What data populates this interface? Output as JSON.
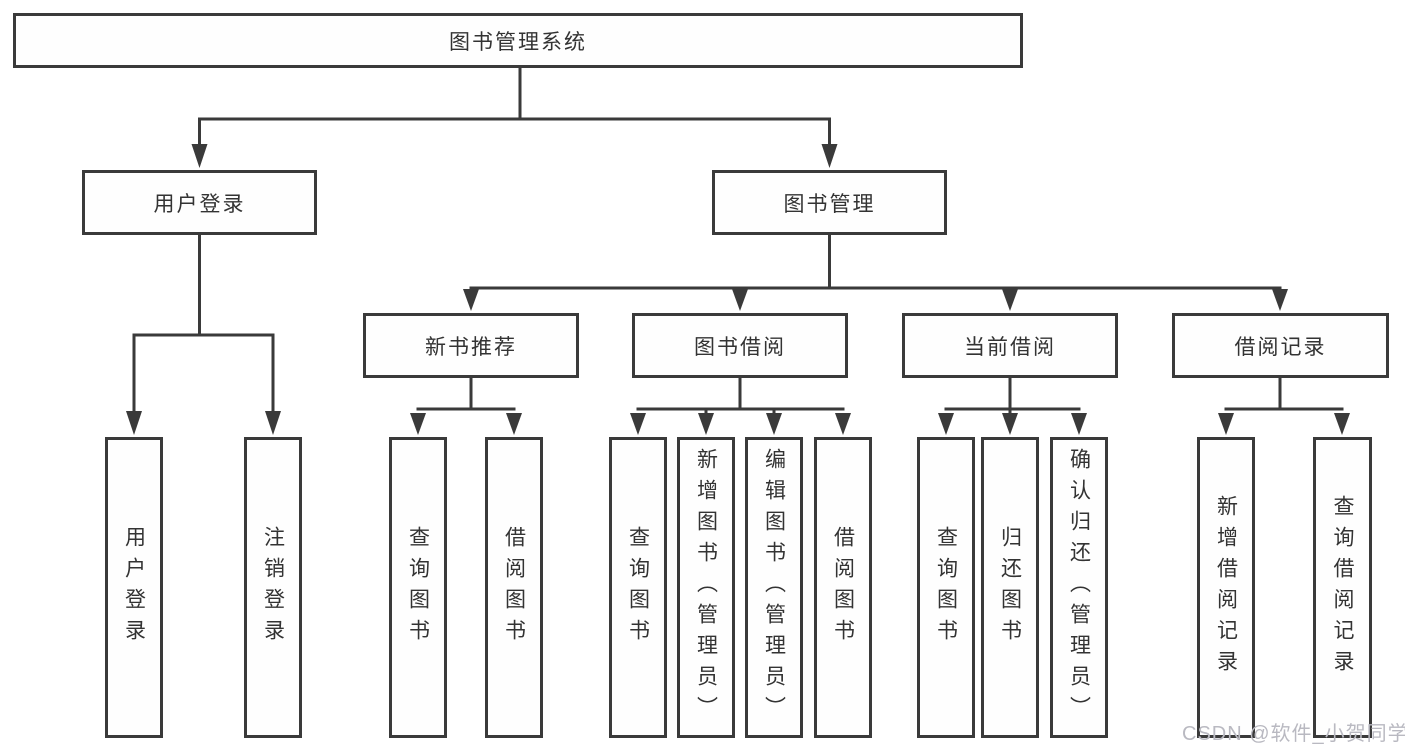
{
  "tree": {
    "root": {
      "label": "图书管理系统",
      "children": [
        {
          "label": "用户登录",
          "children": [
            {
              "label": "用户登录"
            },
            {
              "label": "注销登录"
            }
          ]
        },
        {
          "label": "图书管理",
          "children": [
            {
              "label": "新书推荐",
              "children": [
                {
                  "label": "查询图书"
                },
                {
                  "label": "借阅图书"
                }
              ]
            },
            {
              "label": "图书借阅",
              "children": [
                {
                  "label": "查询图书"
                },
                {
                  "label": "新增图书（管理员）"
                },
                {
                  "label": "编辑图书（管理员）"
                },
                {
                  "label": "借阅图书"
                }
              ]
            },
            {
              "label": "当前借阅",
              "children": [
                {
                  "label": "查询图书"
                },
                {
                  "label": "归还图书"
                },
                {
                  "label": "确认归还（管理员）"
                }
              ]
            },
            {
              "label": "借阅记录",
              "children": [
                {
                  "label": "新增借阅记录"
                },
                {
                  "label": "查询借阅记录"
                }
              ]
            }
          ]
        }
      ]
    }
  },
  "watermark": {
    "text": "CSDN @软件_小贺同学"
  },
  "colors": {
    "line": "#3a3a3a",
    "box_border": "#3a3a3a",
    "text": "#333333",
    "watermark": "#b9b9c1",
    "background": "#ffffff"
  }
}
